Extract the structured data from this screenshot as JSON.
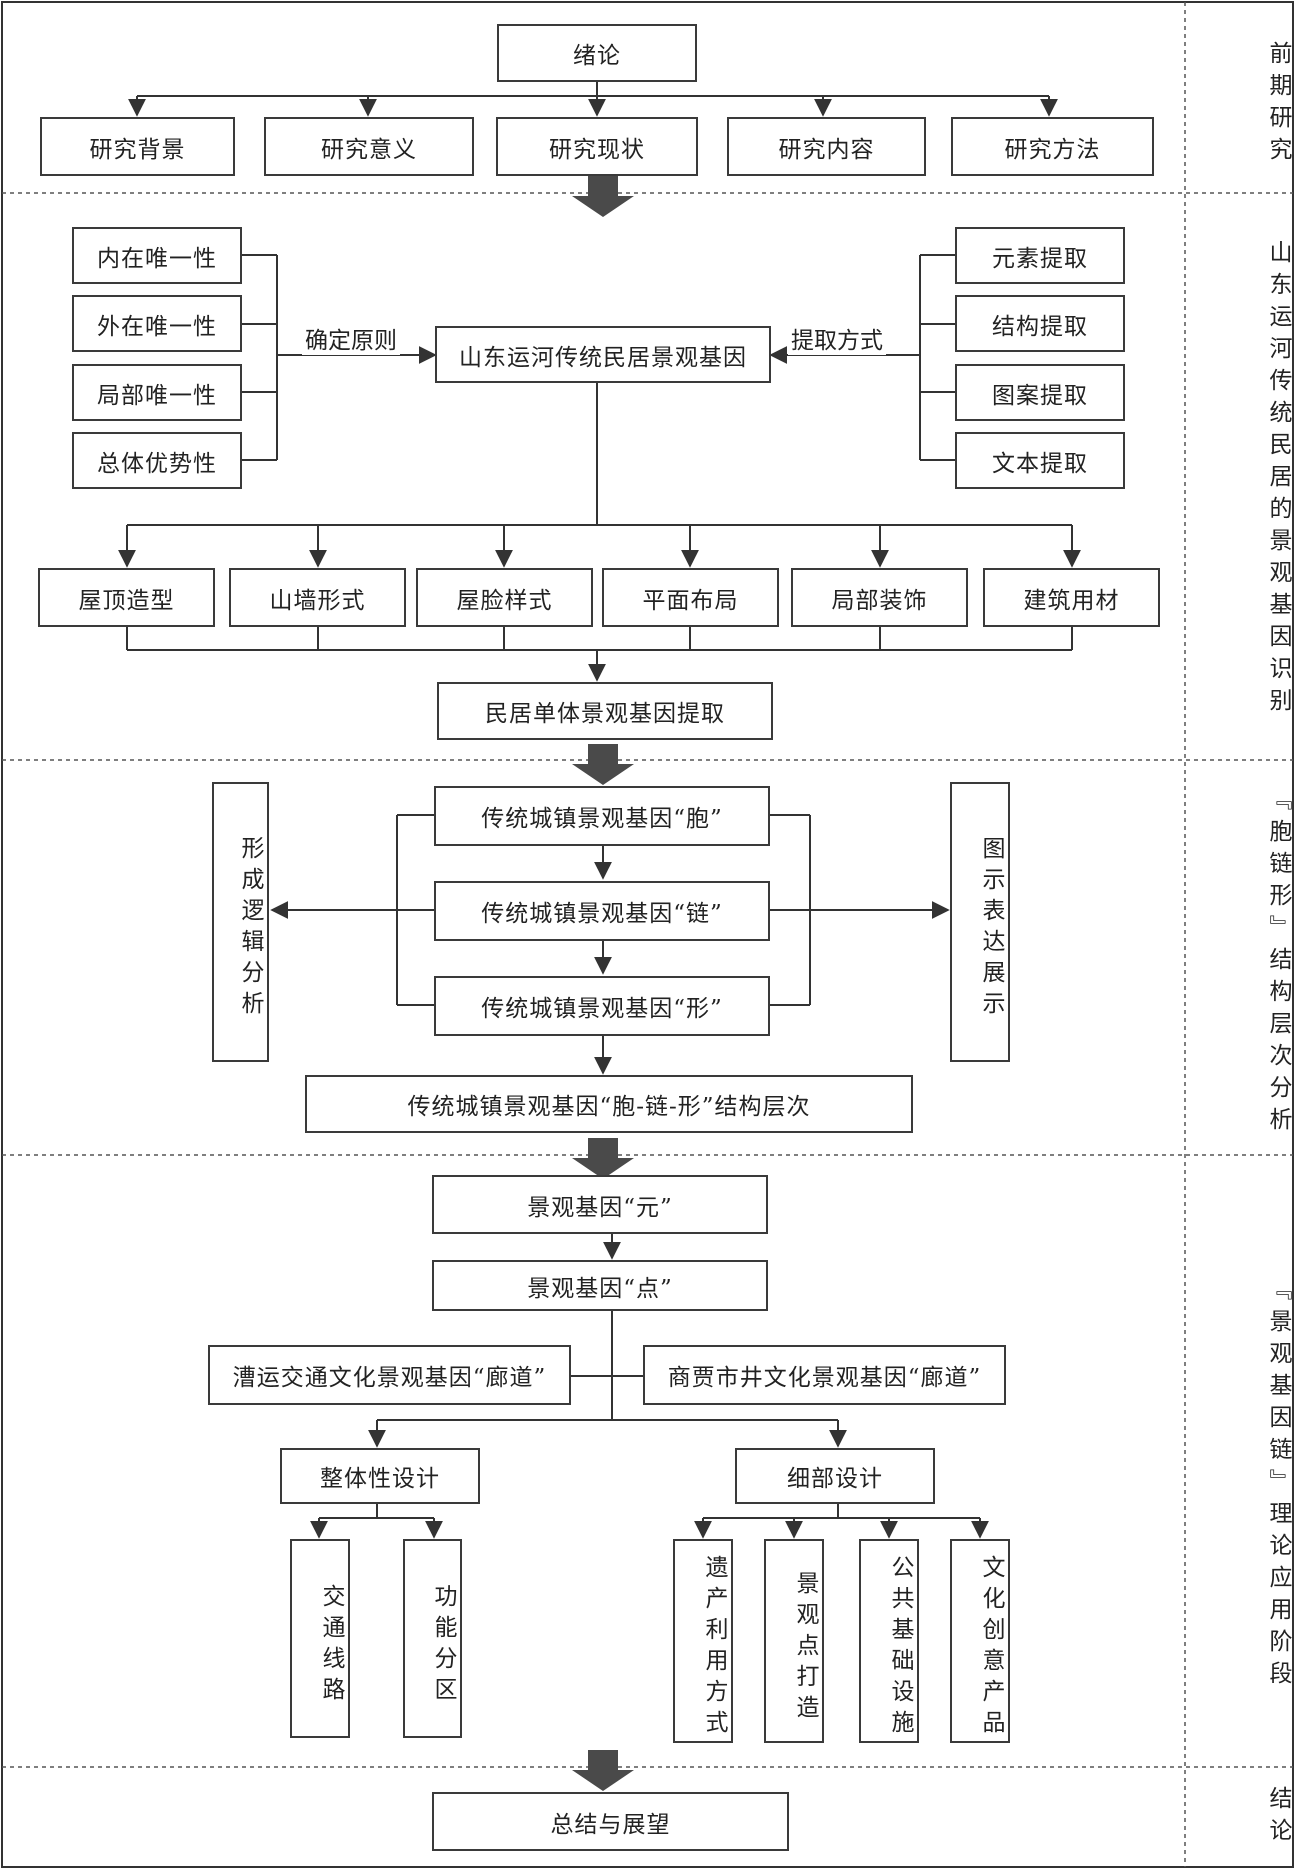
{
  "stages": [
    {
      "id": "s1",
      "label": "前期研究"
    },
    {
      "id": "s2",
      "label": "山东运河传统民居的景观基因识别"
    },
    {
      "id": "s3",
      "label": "『胞链形』结构层次分析"
    },
    {
      "id": "s4",
      "label": "『景观基因链』理论应用阶段"
    },
    {
      "id": "s5",
      "label": "结论"
    }
  ],
  "stage1": {
    "root": "绪论",
    "children": [
      "研究背景",
      "研究意义",
      "研究现状",
      "研究内容",
      "研究方法"
    ]
  },
  "stage2": {
    "principles": [
      "内在唯一性",
      "外在唯一性",
      "局部唯一性",
      "总体优势性"
    ],
    "principle_label": "确定原则",
    "center": "山东运河传统民居景观基因",
    "methods": [
      "元素提取",
      "结构提取",
      "图案提取",
      "文本提取"
    ],
    "method_label": "提取方式",
    "features": [
      "屋顶造型",
      "山墙形式",
      "屋脸样式",
      "平面布局",
      "局部装饰",
      "建筑用材"
    ],
    "result": "民居单体景观基因提取"
  },
  "stage3": {
    "left": "形成逻辑分析",
    "right": "图示表达展示",
    "bao": "传统城镇景观基因“胞”",
    "lian": "传统城镇景观基因“链”",
    "xing": "传统城镇景观基因“形”",
    "result": "传统城镇景观基因“胞-链-形”结构层次"
  },
  "stage4": {
    "yuan": "景观基因“元”",
    "dian": "景观基因“点”",
    "corridor_left": "漕运交通文化景观基因“廊道”",
    "corridor_right": "商贾市井文化景观基因“廊道”",
    "overall": "整体性设计",
    "detail": "细部设计",
    "overall_items": [
      "交通线路",
      "功能分区"
    ],
    "detail_items": [
      "遗产利用方式",
      "景观点打造",
      "公共基础设施",
      "文化创意产品"
    ]
  },
  "stage5": {
    "conclusion": "总结与展望"
  }
}
